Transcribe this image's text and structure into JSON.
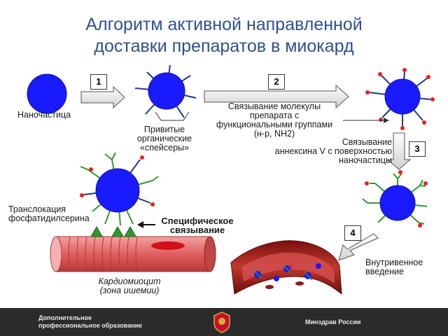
{
  "title_line1": "Алгоритм активной направленной",
  "title_line2": "доставки препаратов в миокард",
  "steps": [
    "1",
    "2",
    "3",
    "4"
  ],
  "labels": {
    "nanoparticle": "Наночастица",
    "spacers_l1": "Привитые",
    "spacers_l2": "органические",
    "spacers_l3": "«спейсеры»",
    "binding_l1": "Связывание молекулы",
    "binding_l2": "препарата с",
    "binding_l3": "функциональными группами",
    "binding_l4": "(н-р, NH2)",
    "annexin_l1": "Связывание",
    "annexin_l2": "аннексина V с поверхностью",
    "annexin_l3": "наночастицы",
    "iv_l1": "Внутривенное",
    "iv_l2": "введение",
    "translocation_l1": "Транслокация",
    "translocation_l2": "фосфатидилсерина",
    "specific_l1": "Специфическое",
    "specific_l2": "связывание",
    "cardio_l1": "Кардиомиоцит",
    "cardio_l2": "(зона ишемии)"
  },
  "footer": {
    "left_l1": "Дополнительное",
    "left_l2": "профессиональное образование",
    "right": "Минздрав России"
  },
  "colors": {
    "title": "#2f4f8f",
    "particle": "#1a1aff",
    "spacer": "#1c3a8a",
    "drug_dot": "#e8221c",
    "annexin": "#2e9a2e",
    "arrow_fill": "#e8e8e8",
    "cell": "#e06060",
    "footer": "#2b2b2b"
  }
}
